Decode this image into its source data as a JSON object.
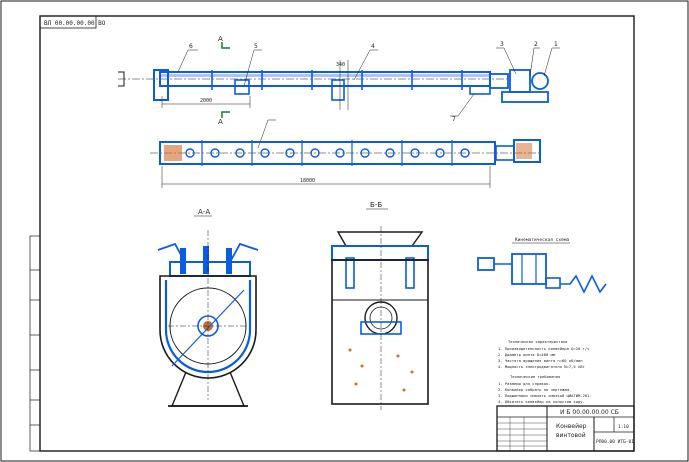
{
  "sheet": {
    "corner_code": "ВЛ 00.00.00.00 ВО",
    "designation": "И Б 00.00.00.00 СБ",
    "title_line1": "Конвейер",
    "title_line2": "винтовой",
    "org": "РЛ00.00 ИТБ-01",
    "scale": "1:10"
  },
  "views": {
    "section_aa": "А-А",
    "section_bb": "Б-Б",
    "cut_a": "А",
    "scheme_title": "Кинематическая схема"
  },
  "dimensions": {
    "span_main": "18000",
    "span_left": "2000",
    "span_short": "340"
  },
  "callouts": [
    "1",
    "2",
    "3",
    "4",
    "5",
    "6",
    "7"
  ],
  "notes": {
    "heading1": "Техническая характеристика",
    "tech": [
      "1. Производительность конвейера  Q=20 т/ч",
      "2. Диаметр винта   D=400 мм",
      "3. Частота вращения винта  n=60 об/мин",
      "4. Мощность электродвигателя  N=7,5 кВт"
    ],
    "heading2": "Технические требования",
    "req": [
      "1. Размеры для справок.",
      "2. Конвейер собрать по чертежам.",
      "3. Подшипники смазать смазкой ЦИАТИМ-201.",
      "4. Обкатать конвейер на холостом ходу."
    ]
  },
  "colors": {
    "line": "#1a1a1a",
    "accent": "#0a5ce6",
    "hatch": "#d26b2a"
  }
}
